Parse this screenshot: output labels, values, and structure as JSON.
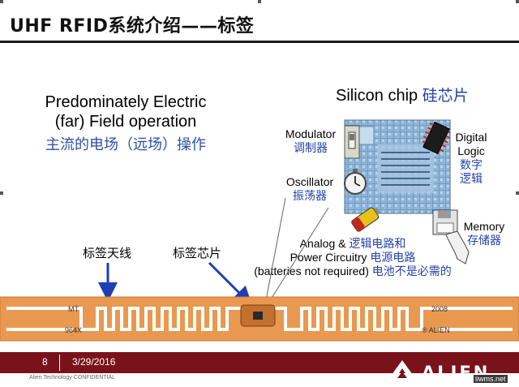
{
  "title": "UHF RFID系统介绍——标签",
  "left_block": {
    "line1": "Predominately Electric",
    "line2": "(far) Field operation",
    "line3": "主流的电场（远场）操作"
  },
  "chip": {
    "heading_en": "Silicon chip",
    "heading_zh": "硅芯片",
    "modulator_en": "Modulator",
    "modulator_zh": "调制器",
    "oscillator_en": "Oscillator",
    "oscillator_zh": "振荡器",
    "digital_en1": "Digital",
    "digital_en2": "Logic",
    "digital_zh1": "数字",
    "digital_zh2": "逻辑",
    "memory_en": "Memory",
    "memory_zh": "存储器",
    "analog_en": "Analog &",
    "analog_zh": "逻辑电路和",
    "power_en": "Power Circuitry",
    "power_zh": "电源电路",
    "batt_en": "(batteries not required)",
    "batt_zh": "电池不是必需的"
  },
  "tag": {
    "antenna_label": "标签天线",
    "chip_label": "标签芯片",
    "mark_left_top": "MT",
    "mark_left_bottom": "964X",
    "mark_right_top": "2008",
    "mark_right_bottom": "® ALIEN"
  },
  "footer": {
    "page": "8",
    "date": "3/29/2016",
    "confidential": "Alien Technology  CONFIDENTIAL",
    "brand": "ALIEN",
    "watermark": "iiwms.net"
  }
}
